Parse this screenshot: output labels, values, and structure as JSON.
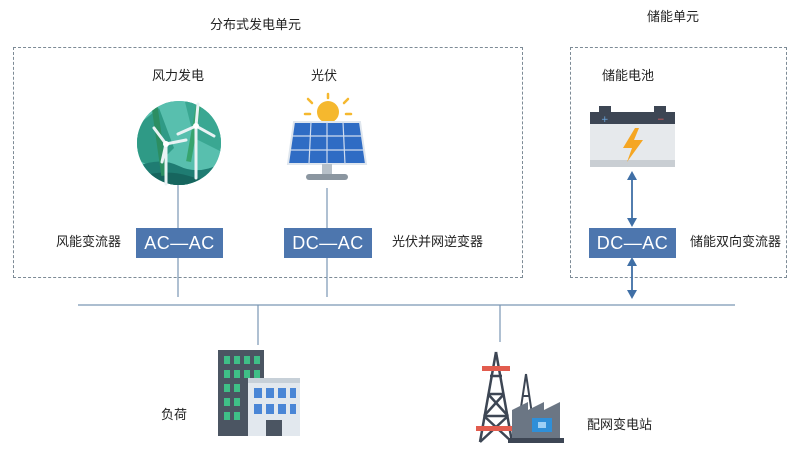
{
  "distributed_unit": {
    "title": "分布式发电单元",
    "wind": {
      "label": "风力发电",
      "converter": "AC—AC",
      "converter_label": "风能变流器",
      "icon": "wind-turbine-icon"
    },
    "solar": {
      "label": "光伏",
      "converter": "DC—AC",
      "converter_label": "光伏并网逆变器",
      "icon": "solar-panel-icon"
    }
  },
  "storage_unit": {
    "title": "储能单元",
    "battery": {
      "label": "储能电池",
      "converter": "DC—AC",
      "converter_label": "储能双向变流器",
      "icon": "battery-icon"
    }
  },
  "grid": {
    "load": {
      "label": "负荷",
      "icon": "building-icon"
    },
    "substation": {
      "label": "配网变电站",
      "icon": "substation-icon"
    }
  },
  "colors": {
    "converter": "#4d76ae",
    "line": "#7a96b4",
    "arrow": "#3f6fa6",
    "dash": "#7d8b96"
  }
}
